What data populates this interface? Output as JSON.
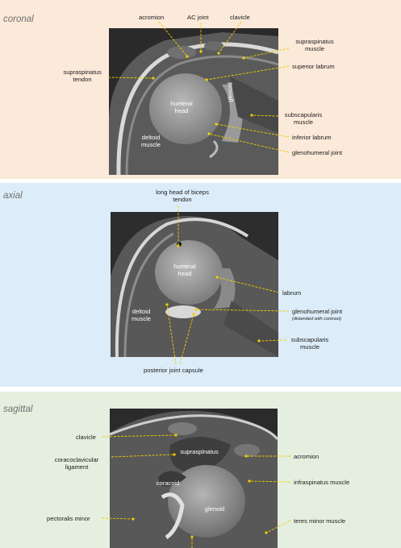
{
  "coronal": {
    "title": "coronal",
    "labels": {
      "acromion": "acromion",
      "ac_joint": "AC joint",
      "clavicle": "clavicle",
      "supraspinatus_muscle": "supraspinatus muscle",
      "superior_labrum": "superior labrum",
      "supraspinatus_tendon": "supraspinatus tendon",
      "subscapularis_muscle": "subscapularis muscle",
      "inferior_labrum": "inferior labrum",
      "glenohumeral_joint": "glenohumeral joint"
    },
    "inner": {
      "humeral_head": "humeral head",
      "glenoid": "glenoid",
      "deltoid_muscle": "deltoid muscle"
    }
  },
  "axial": {
    "title": "axial",
    "labels": {
      "biceps_tendon": "long head of biceps tendon",
      "labrum": "labrum",
      "glenohumeral_joint": "glenohumeral joint",
      "distended_note": "(distended with contrast)",
      "subscapularis_muscle": "subscapularis muscle",
      "posterior_joint_capsule": "posterior joint capsule"
    },
    "inner": {
      "humeral_head": "humeral head",
      "deltoid_muscle": "deltoid muscle"
    }
  },
  "sagittal": {
    "title": "sagittal",
    "labels": {
      "clavicle": "clavicle",
      "coracoclavicular_ligament": "coracoclavicular ligament",
      "pectoralis_minor": "pectoralis minor",
      "acromion": "acromion",
      "infraspinatus_muscle": "infraspinatus muscle",
      "teres_minor_muscle": "teres minor muscle"
    },
    "inner": {
      "supraspinatus": "supraspinatus",
      "coracoid": "coracoid",
      "glenoid": "glenoid"
    }
  },
  "colors": {
    "leader_line": "#f2cf00",
    "coronal_bg": "#fbe9d9",
    "axial_bg": "#dcecf8",
    "sagittal_bg": "#e4efdf"
  }
}
